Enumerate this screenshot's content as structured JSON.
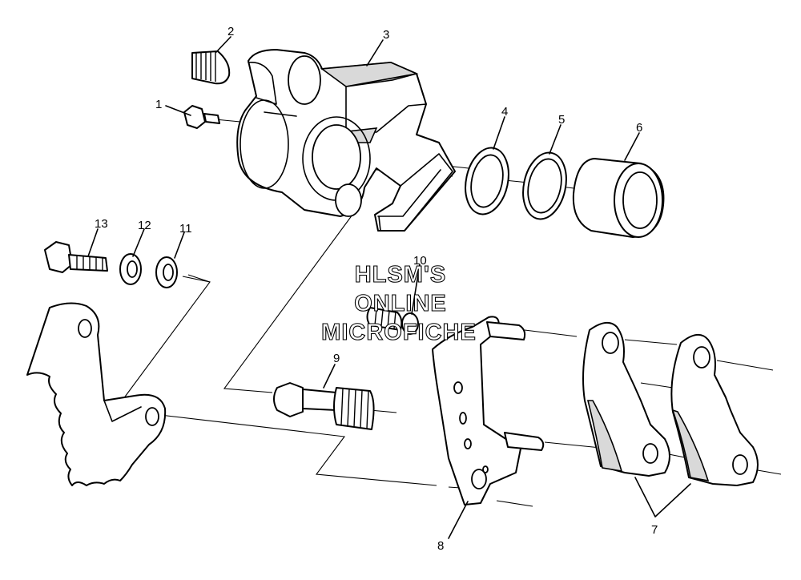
{
  "callouts": [
    "1",
    "2",
    "3",
    "4",
    "5",
    "6",
    "7",
    "8",
    "9",
    "10",
    "11",
    "12",
    "13"
  ],
  "watermark": {
    "line1": "HLSM'S",
    "line2": "ONLINE",
    "line3": "MICROFICHE"
  },
  "colors": {
    "ink": "#000000",
    "paper": "#ffffff",
    "watermark_fill": "#ffffff"
  }
}
